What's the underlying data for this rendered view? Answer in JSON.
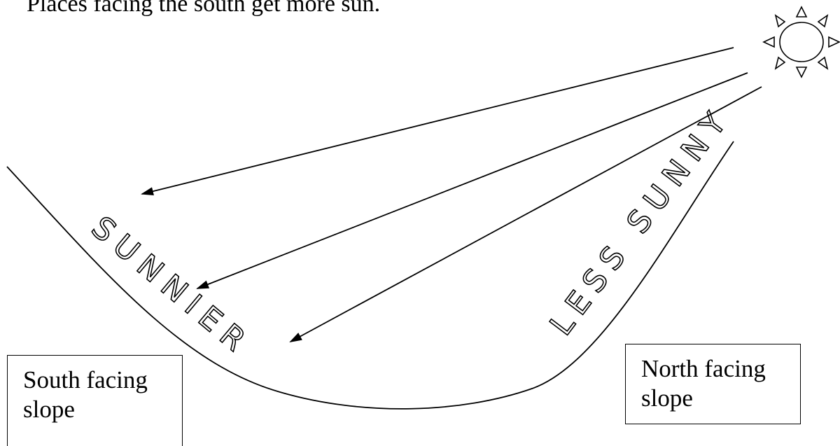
{
  "caption": "Places facing the south get more sun.",
  "labels": {
    "sunnier": "SUNNIER",
    "less_sunny": "LESS SUNNY"
  },
  "south_box": {
    "line1": "South facing",
    "line2": "slope"
  },
  "north_box": {
    "line1": "North facing",
    "line2": "slope"
  },
  "icons": {
    "sun": "sun-icon"
  },
  "colors": {
    "ink": "#000000",
    "background": "#ffffff"
  }
}
